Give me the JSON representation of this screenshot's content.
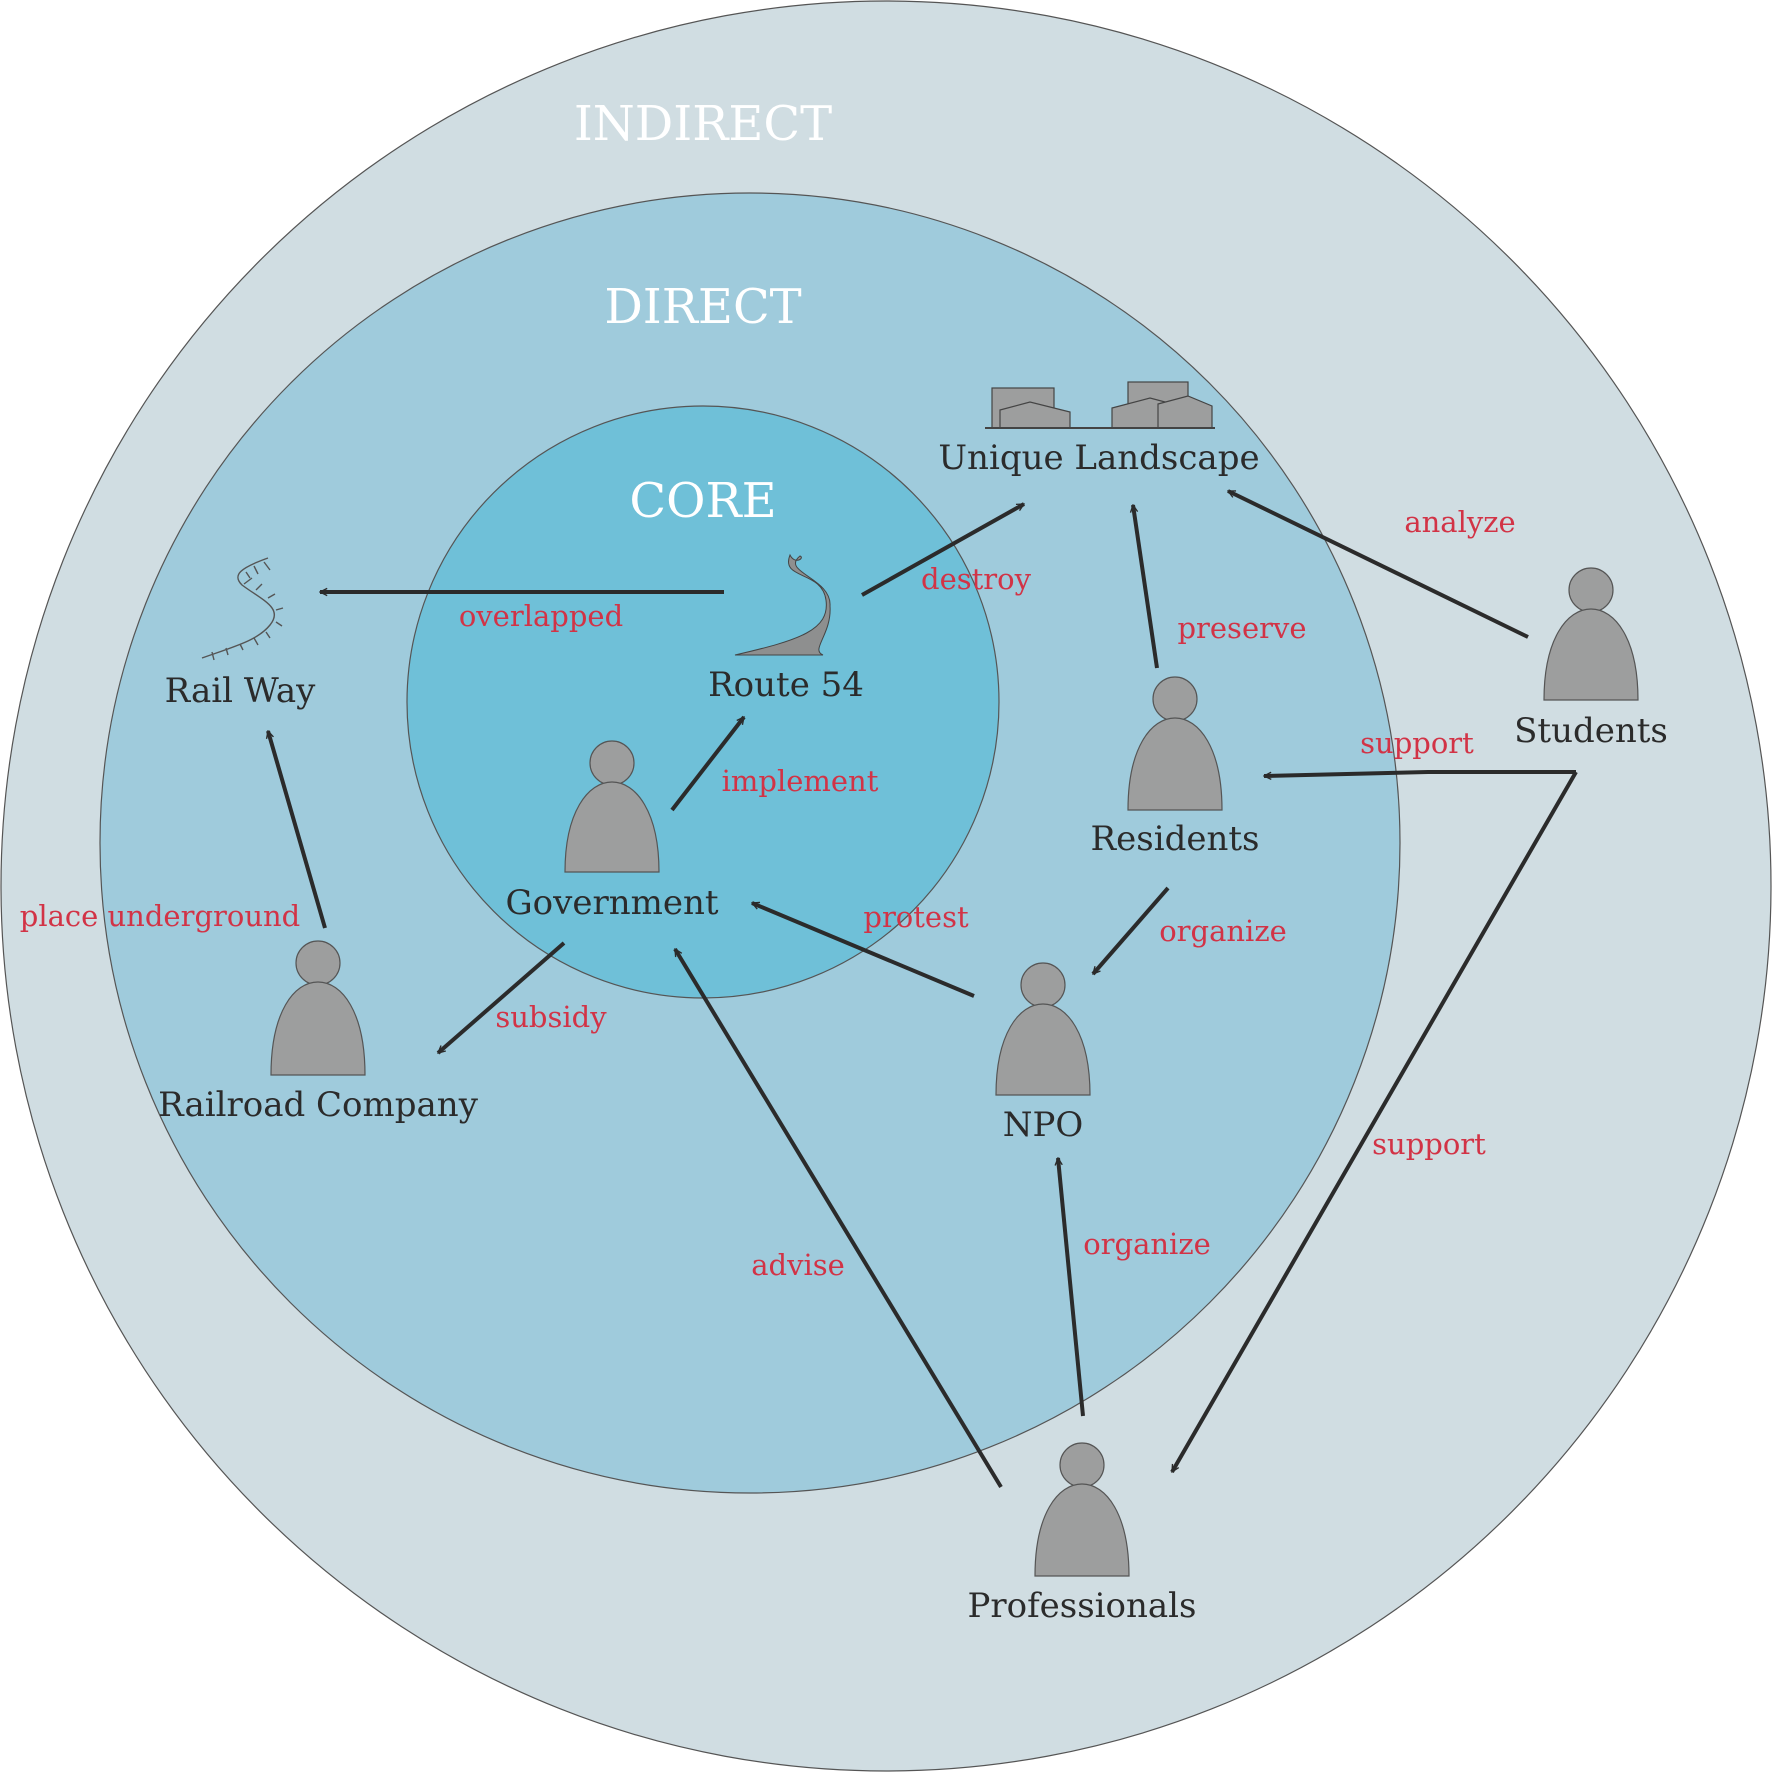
{
  "rings": {
    "outer": {
      "label": "INDIRECT",
      "color": "#d0dde2"
    },
    "middle": {
      "label": "DIRECT",
      "color": "#9fcbdc"
    },
    "inner": {
      "label": "CORE",
      "color": "#6fc0d8"
    }
  },
  "nodes": {
    "unique_landscape": "Unique Landscape",
    "rail_way": "Rail Way",
    "route_54": "Route 54",
    "government": "Government",
    "residents": "Residents",
    "students": "Students",
    "railroad_company": "Railroad Company",
    "npo": "NPO",
    "professionals": "Professionals"
  },
  "edges": {
    "overlapped": "overlapped",
    "destroy": "destroy",
    "analyze": "analyze",
    "preserve": "preserve",
    "implement": "implement",
    "support_residents": "support",
    "place_underground": "place underground",
    "protest": "protest",
    "organize_npo_from_residents": "organize",
    "subsidy": "subsidy",
    "support_professionals": "support",
    "advise": "advise",
    "organize_npo_from_professionals": "organize"
  },
  "colors": {
    "person": "#9d9e9e",
    "edge_label": "#d23346",
    "arrow": "#2b2b2b",
    "ring_title": "#ffffff"
  }
}
